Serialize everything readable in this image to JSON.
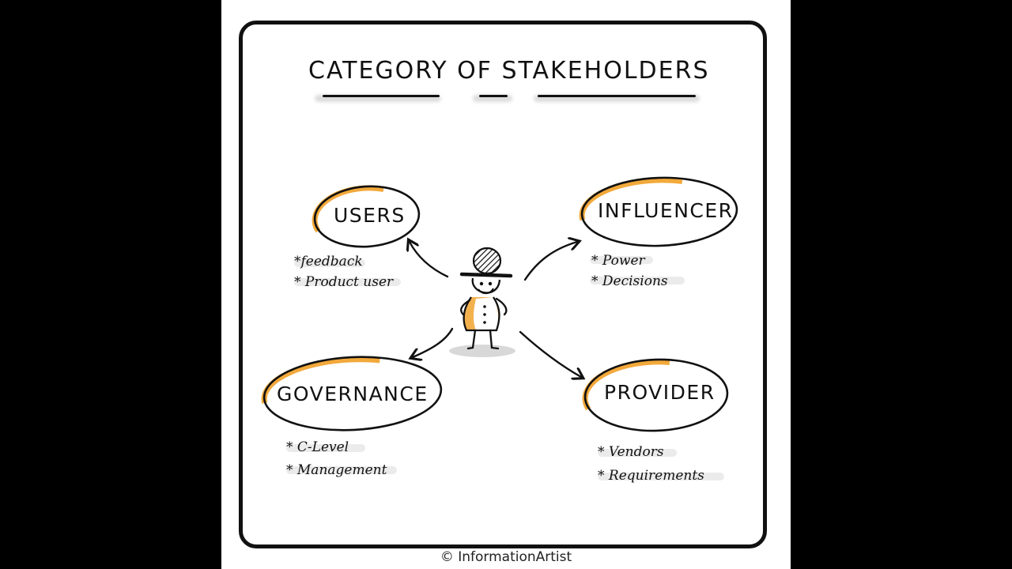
{
  "title": "CATEGORY OF STAKEHOLDERS",
  "colors": {
    "accent": "#F2A93B",
    "ink": "#111111",
    "background": "#FFFFFF",
    "letterbox": "#000000"
  },
  "center_figure": "stakeholder-person-icon",
  "nodes": [
    {
      "label": "USERS",
      "bullets": [
        "*feedback",
        "* Product user"
      ]
    },
    {
      "label": "INFLUENCER",
      "bullets": [
        "* Power",
        "* Decisions"
      ]
    },
    {
      "label": "GOVERNANCE",
      "bullets": [
        "* C-Level",
        "* Management"
      ]
    },
    {
      "label": "PROVIDER",
      "bullets": [
        "* Vendors",
        "* Requirements"
      ]
    }
  ],
  "credit": "© InformationArtist"
}
